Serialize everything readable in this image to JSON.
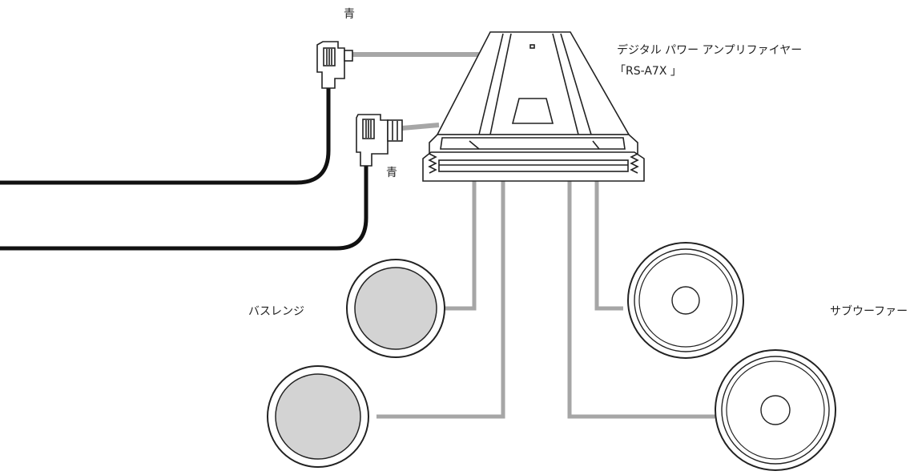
{
  "labels": {
    "connector_top": "青",
    "connector_bottom": "青",
    "amp_name": "デジタル パワー アンプリファイヤー",
    "amp_model": "「RS-A7X 」",
    "bass_range": "バスレンジ",
    "subwoofer": "サブウーファー"
  },
  "colors": {
    "cable_gray": "#a6a6a6",
    "cable_black": "#111111",
    "speaker_cone": "#d3d3d3",
    "outline": "#222222"
  }
}
